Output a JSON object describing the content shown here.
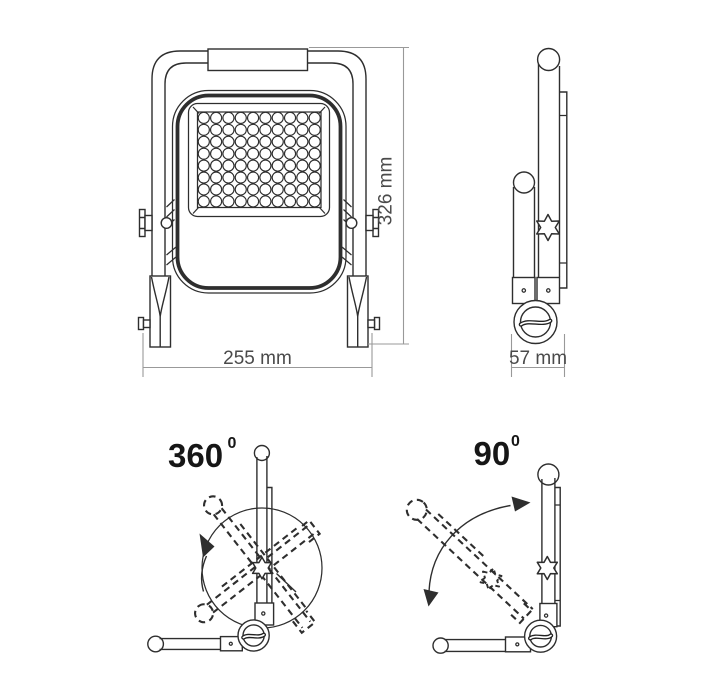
{
  "colors": {
    "line": "#2e2e2e",
    "dim_line": "#999999",
    "dim_text": "#4a4a4a",
    "label_text": "#161616",
    "background": "#ffffff"
  },
  "front_view": {
    "width_label": "255 mm",
    "height_label": "326 mm",
    "led_grid": {
      "cols": 10,
      "rows": 8
    }
  },
  "side_view": {
    "depth_label": "57 mm"
  },
  "rotation_360": {
    "angle": "360",
    "degree_superscript": "0"
  },
  "rotation_90": {
    "angle": "90",
    "degree_superscript": "0"
  }
}
